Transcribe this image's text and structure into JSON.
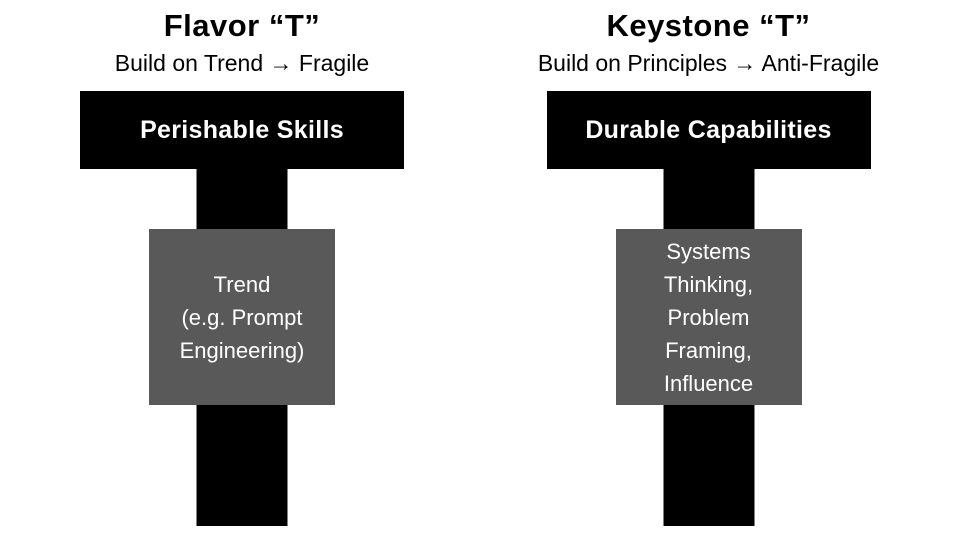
{
  "colors": {
    "page_bg": "#ffffff",
    "bar_black": "#000000",
    "box_gray": "#595959",
    "text_black": "#000000",
    "text_white": "#ffffff"
  },
  "columns": [
    {
      "title": "Flavor “T”",
      "subtitle": "Build on Trend → Fragile",
      "bar_label": "Perishable Skills",
      "box_text": "Trend\n(e.g. Prompt\nEngineering)"
    },
    {
      "title": "Keystone “T”",
      "subtitle": "Build on Principles → Anti-Fragile",
      "bar_label": "Durable Capabilities",
      "box_text": "Systems\nThinking,\nProblem\nFraming,\nInfluence"
    }
  ]
}
